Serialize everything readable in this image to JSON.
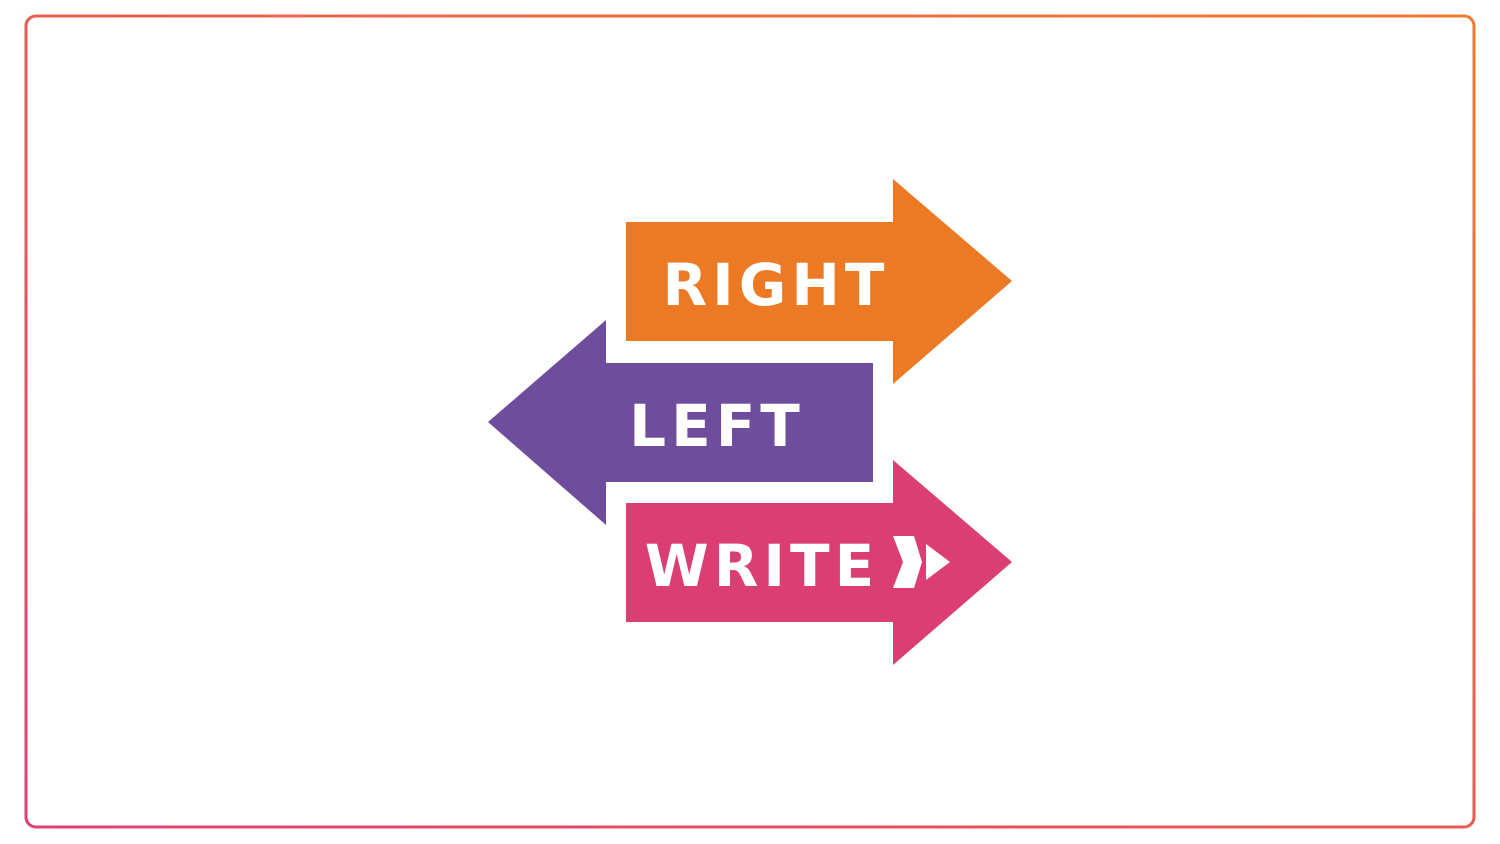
{
  "logo": {
    "arrows": [
      {
        "label": "RIGHT",
        "direction": "right",
        "color": "#EC7A25"
      },
      {
        "label": "LEFT",
        "direction": "left",
        "color": "#6E4E9C"
      },
      {
        "label": "WRITE",
        "direction": "right",
        "color": "#DB3E73"
      }
    ],
    "pencil_icon": "pencil-tip-icon"
  },
  "frame": {
    "gradient_start": "#E23F76",
    "gradient_end": "#EE7A2E"
  }
}
